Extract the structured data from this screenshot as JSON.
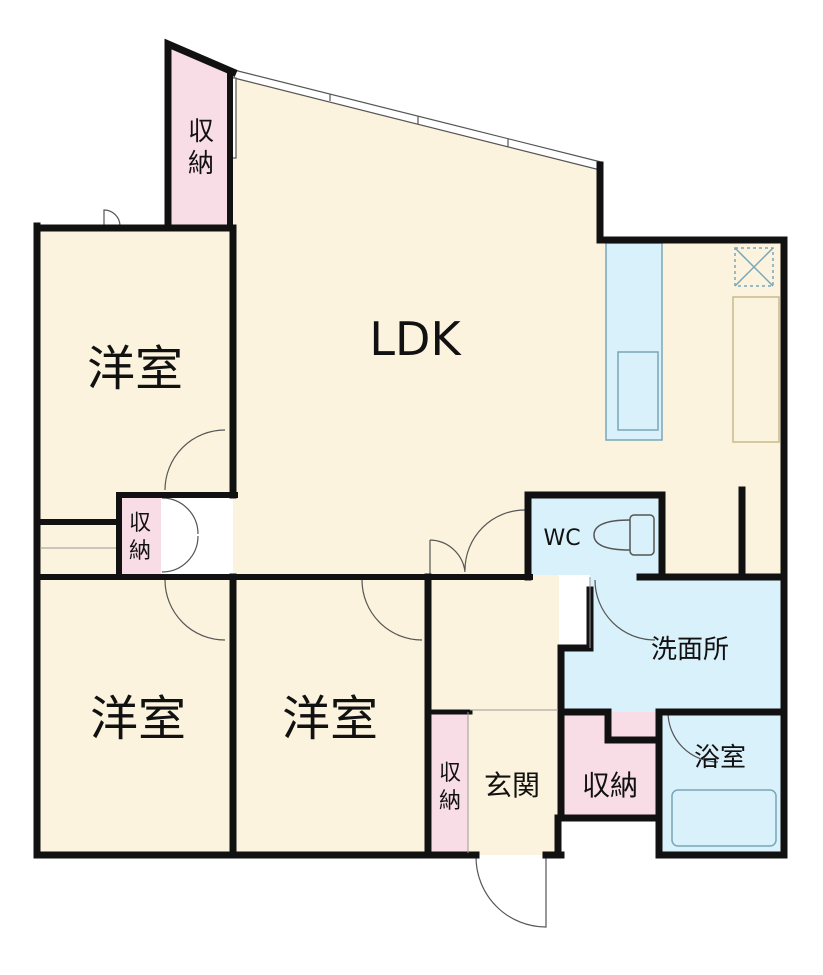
{
  "rooms": {
    "ldk": "LDK",
    "western_top": "洋室",
    "western_bottom_left": "洋室",
    "western_bottom_mid": "洋室",
    "wc": "WC",
    "washroom": "洗面所",
    "bathroom": "浴室",
    "entrance": "玄関",
    "storage": "収納"
  },
  "vertical_storage_labels": {
    "top_closet": [
      "収",
      "納"
    ],
    "middle_closet": [
      "収",
      "納"
    ],
    "entrance_closet": [
      "収",
      "納"
    ]
  },
  "colors": {
    "floor": "#fbf3dd",
    "wet_area": "#d9f1fb",
    "storage": "#f9dde6",
    "wall": "#111111",
    "fixture_line": "#7aa6b8"
  }
}
